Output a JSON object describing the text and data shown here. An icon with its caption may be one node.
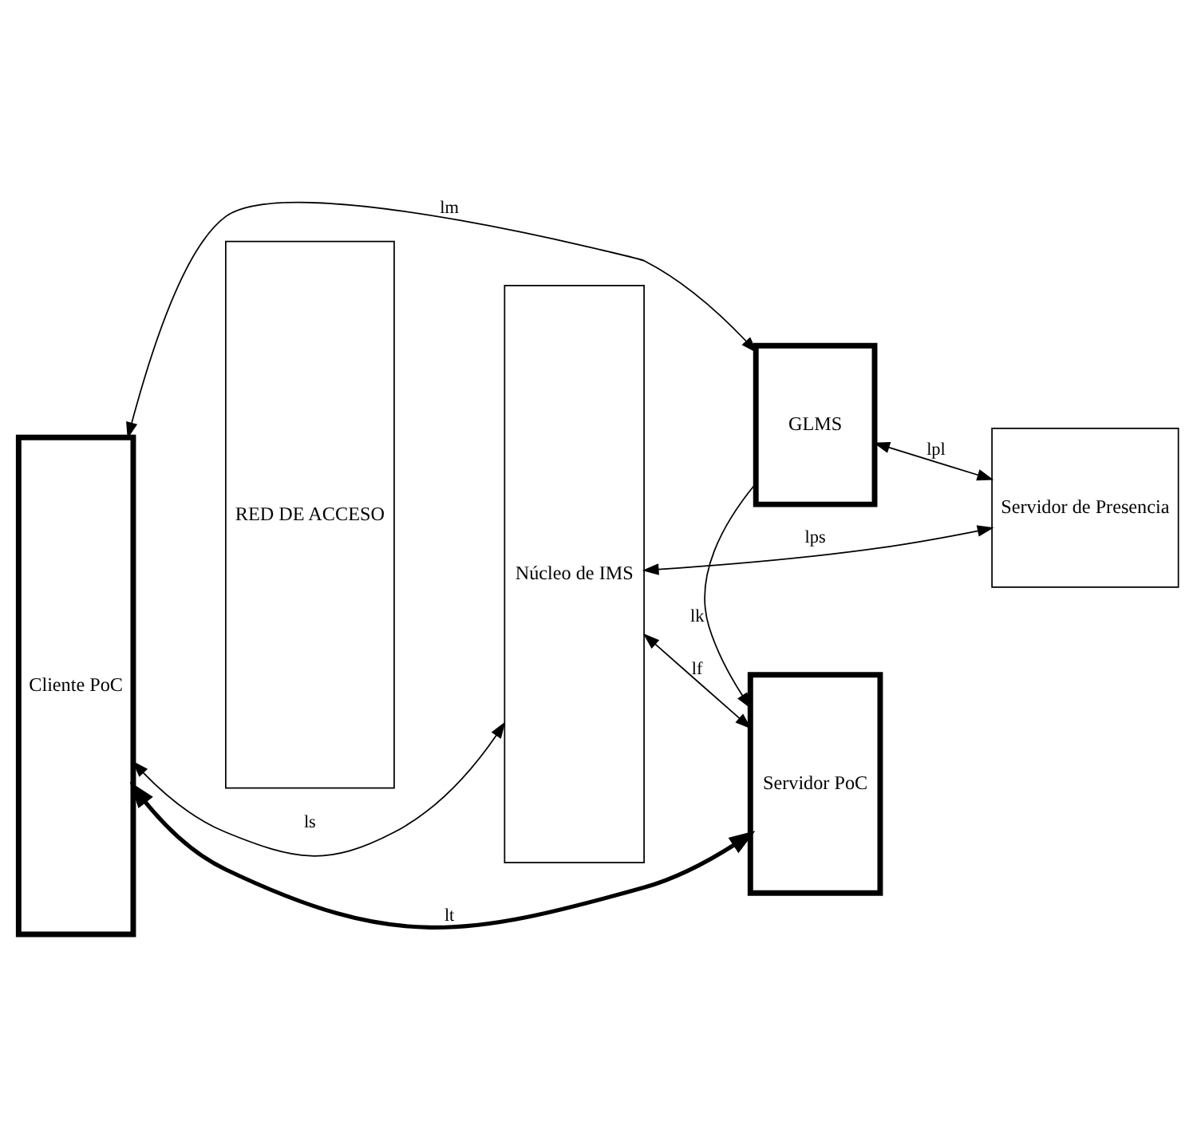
{
  "diagram": {
    "nodes": [
      {
        "text": [
          "Cliente PoC"
        ]
      },
      {
        "text": [
          "RED DE ACCESO"
        ]
      },
      {
        "text": [
          "Núcleo de IMS"
        ]
      },
      {
        "text": [
          "GLMS"
        ]
      },
      {
        "text": [
          "Servidor de Presencia"
        ]
      },
      {
        "text": [
          "Servidor PoC"
        ]
      }
    ],
    "edges": [
      {
        "from": 0,
        "to": 3,
        "arrow": "both",
        "label": "lm"
      },
      {
        "from": 3,
        "to": 4,
        "arrow": "both",
        "label": "lpl"
      },
      {
        "from": 3,
        "to": 5,
        "arrow": "to",
        "label": "lk"
      },
      {
        "from": 2,
        "to": 4,
        "arrow": "both",
        "label": "lps"
      },
      {
        "from": 0,
        "to": 2,
        "arrow": "both",
        "label": "ls"
      },
      {
        "from": 2,
        "to": 5,
        "arrow": "both",
        "label": "lf"
      },
      {
        "from": 0,
        "to": 5,
        "arrow": "both",
        "label": "lt",
        "style": "thick"
      }
    ]
  }
}
